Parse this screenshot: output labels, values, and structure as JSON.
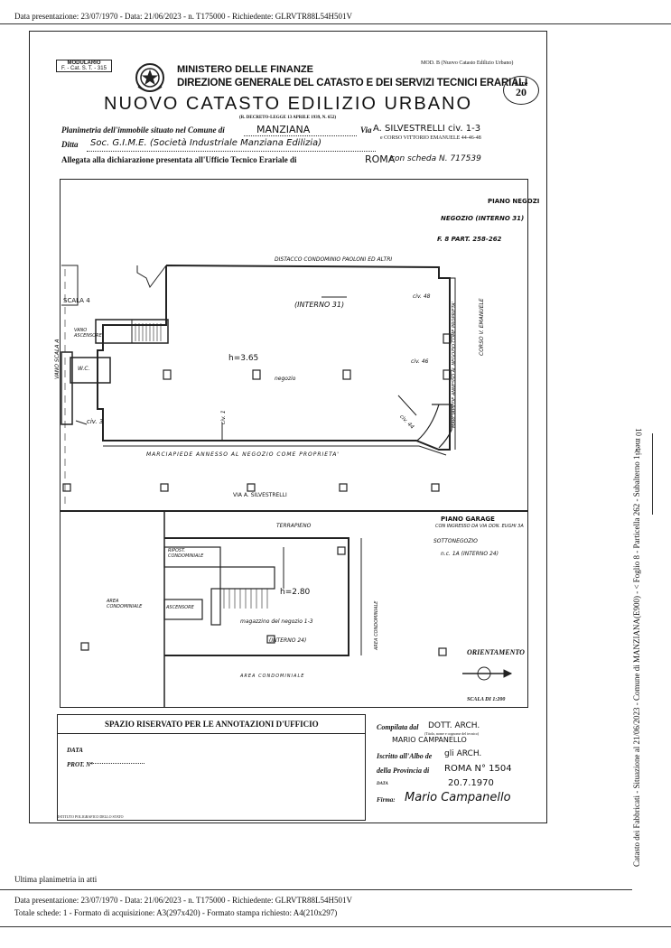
{
  "header_top": "Data presentazione: 23/07/1970 - Data: 21/06/2023 - n. T175000 - Richiedente: GLRVTR88L54H501V",
  "form": {
    "modulario_label": "MODULARIO",
    "modulario_code": "F. - Cat. S. T. - 315",
    "ministry": "MINISTERO DELLE FINANZE",
    "directorate": "DIREZIONE GENERALE DEL CATASTO E DEI SERVIZI TECNICI ERARIALI",
    "model": "MOD. B (Nuovo Catasto Edilizio Urbano)",
    "title": "NUOVO CATASTO EDILIZIO URBANO",
    "decree": "(R. DECRETO-LEGGE 13 APRILE 1939, N. 652)",
    "price_label": "Lire",
    "price_value": "20",
    "line1_label": "Planimetria dell'immobile situato nel Comune di",
    "comune": "MANZIANA",
    "via_label": "Via",
    "via_value": "A. SILVESTRELLI civ. 1-3",
    "via_value2": "e CORSO VITTORIO EMANUELE 44-46-48",
    "ditta_label": "Ditta",
    "ditta_value": "Soc. G.I.M.E. (Società Industriale Manziana Edilizia)",
    "allegata_label": "Allegata alla dichiarazione presentata all'Ufficio Tecnico Erariale di",
    "allegata_city": "ROMA",
    "scheda": "con scheda N. 717539"
  },
  "plan_top": {
    "piano": "PIANO NEGOZI",
    "negozio": "NEGOZIO (INTERNO 31)",
    "foglio": "F. 8 PART. 258-262",
    "distacco": "DISTACCO CONDOMINIO PAOLONI ED ALTRI",
    "scala": "SCALA 4",
    "vano_ascensore": "VANO ASCENSORE",
    "wc": "W.C.",
    "vano_scala": "VANO SCALA A",
    "interno": "(INTERNO 31)",
    "civ48": "civ. 48",
    "civ46": "civ. 46",
    "civ44": "civ. 44",
    "civ3": "civ. 3",
    "civ1": "civ. 1",
    "altezza": "h=3.65",
    "negozio_label": "negozio",
    "corso": "CORSO V. EMANUELE",
    "marciapiede_side": "MARCIAPIEDE ANNESSO AL NEGOZIO COME PROPRIETA'",
    "marciapiede": "MARCIAPIEDE ANNESSO AL NEGOZIO COME PROPRIETA'",
    "via_silvestrelli": "VIA A. SILVESTRELLI"
  },
  "plan_bottom": {
    "piano_garage": "PIANO GARAGE",
    "ingresso": "CON INGRESSO DA VIA DON. EUGHI 3A",
    "terrapieno": "TERRAPIENO",
    "sottonegozio": "SOTTONEGOZIO",
    "numero": "n.c. 1A (INTERNO 24)",
    "ripost": "RIPOST. CONDOMINIALE",
    "ascensore": "ASCENSORE",
    "area_cond": "AREA CONDOMINIALE",
    "area_cond_right": "AREA CONDOMINIALE",
    "altezza": "h=2.80",
    "magazzino": "magazzino del negozio 1-3",
    "interno": "(INTERNO 24)",
    "area_bottom": "AREA CONDOMINIALE",
    "orientamento": "ORIENTAMENTO",
    "scala": "SCALA DI 1:200"
  },
  "annotations": {
    "title": "SPAZIO RISERVATO PER LE ANNOTAZIONI D'UFFICIO",
    "data_label": "DATA",
    "prot_label": "PROT. N°",
    "compilata_label": "Compilata dal",
    "compilata_value": "DOTT. ARCH.",
    "compilata_sub": "(Titolo, nome e cognome del tecnico)",
    "compilata_name": "MARIO CAMPANELLO",
    "iscritto_label": "Iscritto all'Albo de",
    "iscritto_value": "gli ARCH.",
    "provincia_label": "della Provincia di",
    "provincia_value": "ROMA N° 1504",
    "data2_label": "DATA",
    "data2_value": "20.7.1970",
    "firma_label": "Firma:",
    "firma_value": "Mario Campanello",
    "istituto": "ISTITUTO POLIGRAFICO DELLO STATO"
  },
  "side_text": "Catasto dei Fabbricati - Situazione al 21/06/2023 - Comune di MANZIANA(E900) - < Foglio 8 - Particella 262 - Subalterno 1 >",
  "side_scale": "10 metri",
  "footer": {
    "ultima": "Ultima planimetria in atti",
    "line1": "Data presentazione: 23/07/1970 - Data: 21/06/2023 - n. T175000 - Richiedente: GLRVTR88L54H501V",
    "line2": "Totale schede: 1 - Formato di acquisizione: A3(297x420) - Formato stampa richiesto: A4(210x297)"
  }
}
